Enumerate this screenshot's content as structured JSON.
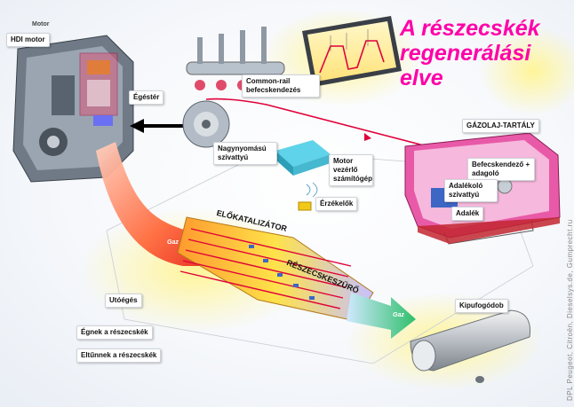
{
  "title": "A részecskék regenerálási elve",
  "labels": {
    "hdi_motor": "HDI motor",
    "motor_top": "Motor",
    "egester": "Égéstér",
    "common_rail": "Common-rail befecskendezés",
    "nagynyomasu": "Nagynyomású szivattyú",
    "gazolaj": "GÁZOLAJ-TARTÁLY",
    "befecskendezo": "Befecskendező + adagoló",
    "adalekolo": "Adalékoló szivattyú",
    "adalek": "Adalék",
    "motor_vezerlo": "Motor vezérlő számítógép",
    "erzekelok": "Érzékelők",
    "elokatalizator": "ELŐKATALIZÁTOR",
    "reszecskeszuro": "RÉSZECSKESZŰRŐ",
    "utoeges": "Utóégés",
    "egnek": "Égnek a részecskék",
    "eltunnek": "Eltűnnek a részecskék",
    "kipufogodob": "Kipufogódob",
    "gaz1": "Gaz",
    "gaz2": "Gaz"
  },
  "credit": "DPL Peugeot, Citroën, Dieselsys.de, Gumprecht.ru",
  "colors": {
    "title": "#ff00a8",
    "exhaust_hot": "#ff3b1f",
    "exhaust_cool": "#2fbf6b",
    "tank": "#e85aa8",
    "fuel_line": "#e0003a"
  }
}
